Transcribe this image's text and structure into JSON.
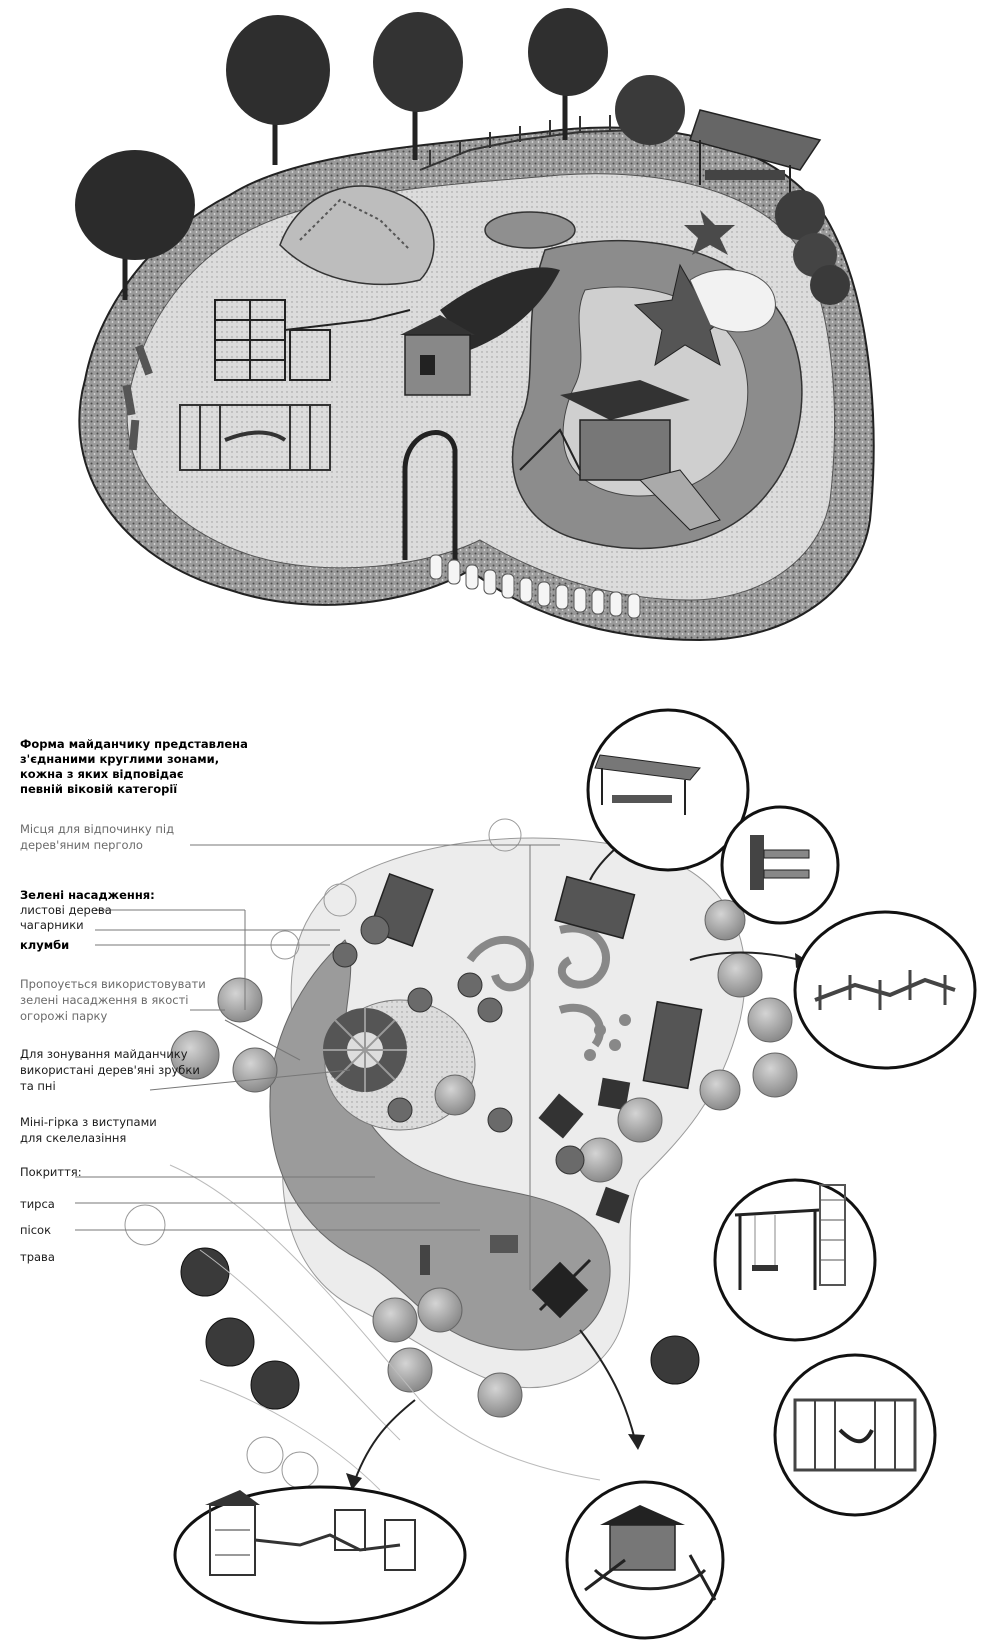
{
  "intro_lines": [
    "Форма майданчику представлена",
    "з'єднаними круглими зонами,",
    "кожна з яких відповідає",
    "певній віковій категорії"
  ],
  "labels": {
    "rest_line1": "Місця для відпочинку під",
    "rest_line2": "дерев'яним перголо",
    "green_title": "Зелені насадження:",
    "green_trees": "листові дерева",
    "green_shrubs": "чагарники",
    "green_beds": "клумби",
    "hedge_line1": "Пропоується використовувати",
    "hedge_line2": "зелені насадження в якості",
    "hedge_line3": "огорожі парку",
    "zoning_line1": "Для зонування майданчику",
    "zoning_line2": "використані дерев'яні зрубки",
    "zoning_line3": "та пні",
    "hill_line1": "Міні-гірка з виступами",
    "hill_line2": "для скелелазіння",
    "surface_title": "Покриття:",
    "surface_sawdust": "тирса",
    "surface_sand": "пісок",
    "surface_grass": "трава"
  },
  "colors": {
    "ink": "#1a1a1a",
    "gravel": "#7a7a7a",
    "path": "#bdbdbd",
    "rubber": "#8c8c8c",
    "sand": "#d6d6d6",
    "foliage": "#3a3a3a",
    "tree_light": "#a8a8a8"
  }
}
